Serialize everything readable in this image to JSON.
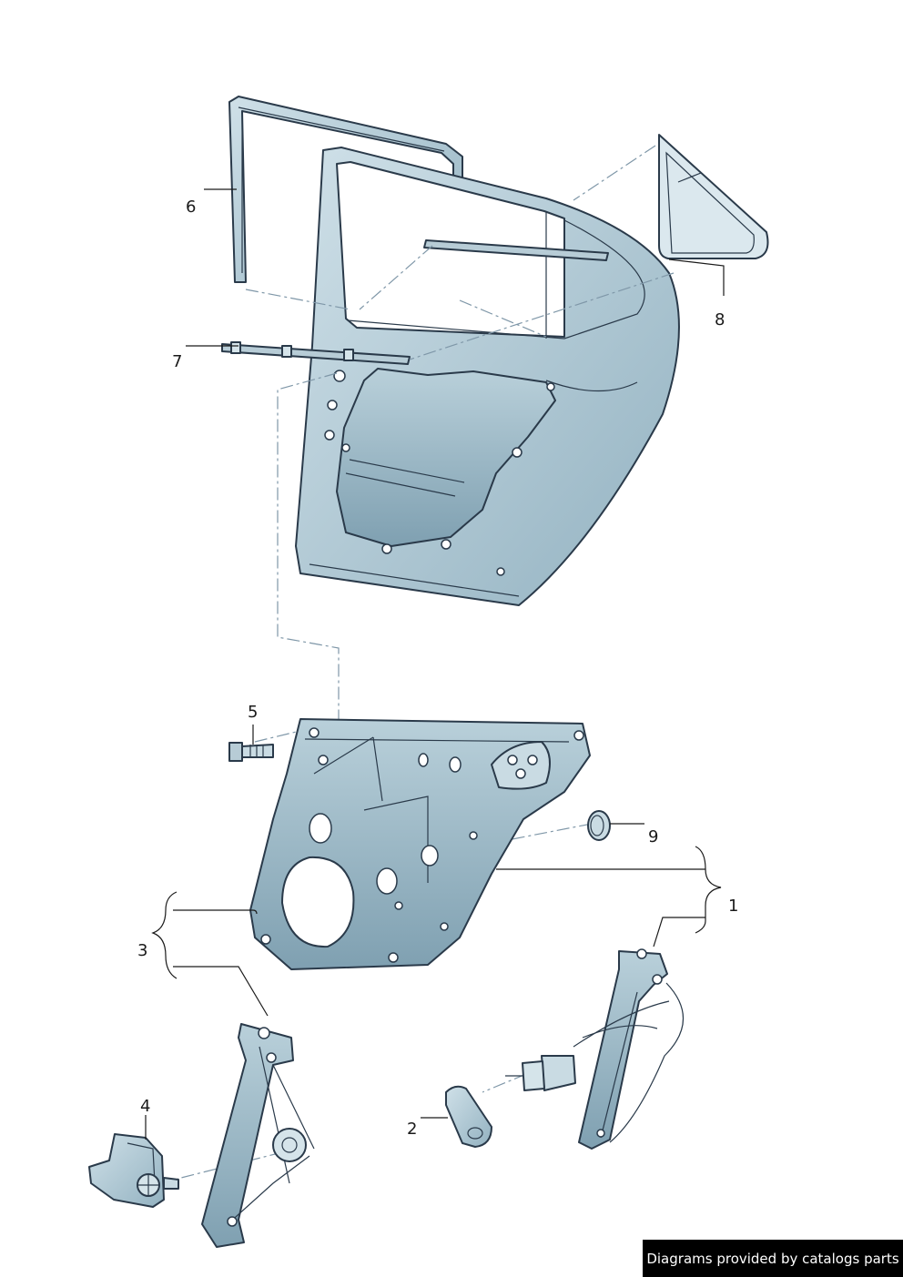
{
  "callouts": {
    "c1": "1",
    "c2": "2",
    "c3": "3",
    "c4": "4",
    "c5": "5",
    "c6": "6",
    "c7": "7",
    "c8": "8",
    "c9": "9"
  },
  "credit": "Diagrams provided by catalogs parts",
  "colors": {
    "part_fill": "#a9c3cf",
    "part_light": "#d5e4ea",
    "outline": "#2a3a4a",
    "dash_line": "#7f97a8"
  }
}
